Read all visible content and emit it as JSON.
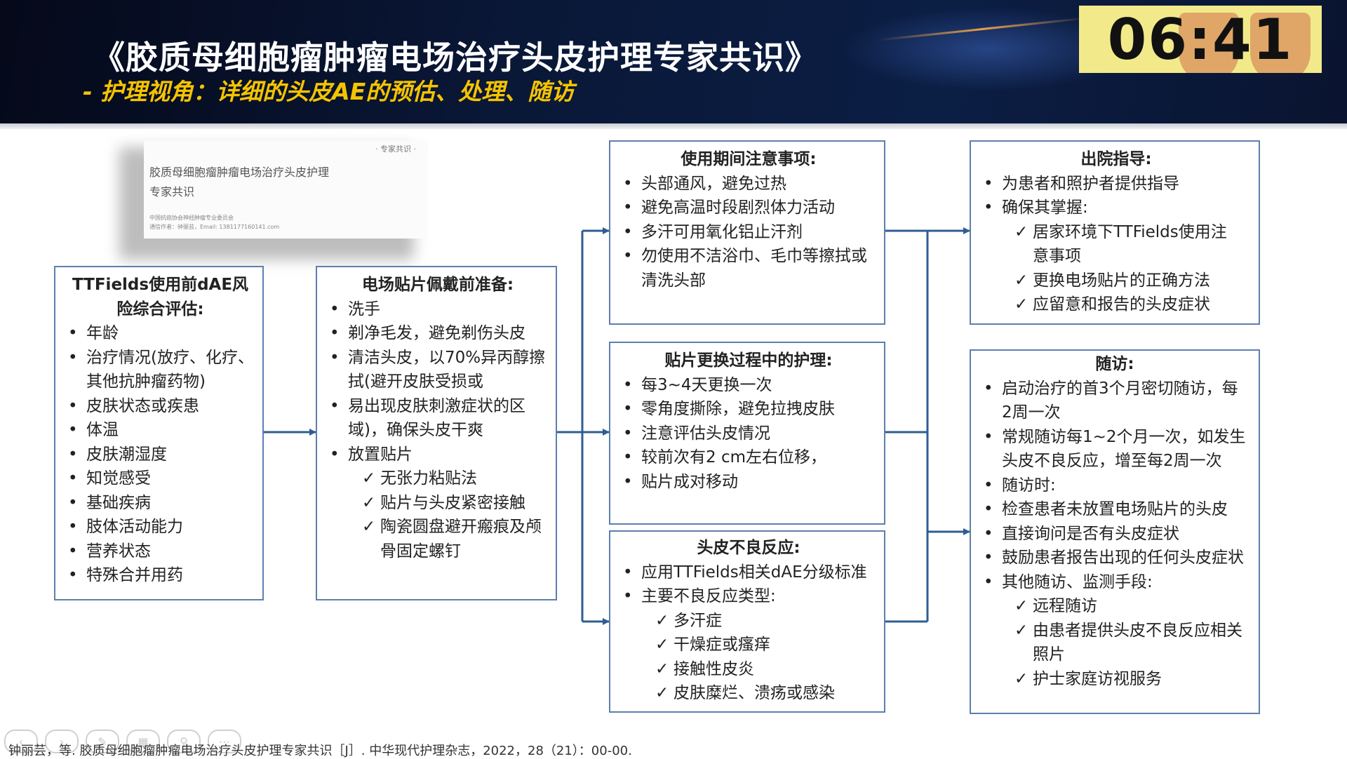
{
  "header": {
    "title": "《胶质母细胞瘤肿瘤电场治疗头皮护理专家共识》",
    "subtitle": "- 护理视角：详细的头皮AE的预估、处理、随访"
  },
  "timer": {
    "value": "06:41"
  },
  "thumbnail": {
    "top_label": "· 专家共识 ·",
    "title_line1": "胶质母细胞瘤肿瘤电场治疗头皮护理",
    "title_line2": "专家共识",
    "meta_line1": "中国抗癌协会神经肿瘤专业委员会",
    "meta_line2": "通信作者：钟丽芸，Email: 1381177160141.com"
  },
  "boxes": {
    "assessment": {
      "title": "TTFields使用前dAE风险综合评估:",
      "items": [
        "年龄",
        "治疗情况(放疗、化疗、其他抗肿瘤药物)",
        "皮肤状态或疾患",
        "体温",
        "皮肤潮湿度",
        "知觉感受",
        "基础疾病",
        "肢体活动能力",
        "营养状态",
        "特殊合并用药"
      ]
    },
    "preparation": {
      "title": "电场贴片佩戴前准备:",
      "items": [
        "洗手",
        "剃净毛发，避免剃伤头皮",
        "清洁头皮，以70%异丙醇擦拭(避开皮肤受损或",
        "易出现皮肤刺激症状的区域)，确保头皮干爽",
        "放置贴片"
      ],
      "checks": [
        "无张力粘贴法",
        "贴片与头皮紧密接触",
        "陶瓷圆盘避开瘢痕及颅骨固定螺钉"
      ]
    },
    "precautions": {
      "title": "使用期间注意事项:",
      "items": [
        "头部通风，避免过热",
        "避免高温时段剧烈体力活动",
        "多汗可用氧化铝止汗剂",
        "勿使用不洁浴巾、毛巾等擦拭或清洗头部"
      ]
    },
    "replacement": {
      "title": "贴片更换过程中的护理:",
      "items": [
        "每3~4天更换一次",
        "零角度撕除，避免拉拽皮肤",
        "注意评估头皮情况",
        "较前次有2 cm左右位移，",
        "贴片成对移动"
      ]
    },
    "adverse": {
      "title": "头皮不良反应:",
      "items": [
        "应用TTFields相关dAE分级标准",
        "主要不良反应类型:"
      ],
      "checks": [
        "多汗症",
        "干燥症或瘙痒",
        "接触性皮炎",
        "皮肤糜烂、溃疡或感染"
      ]
    },
    "discharge": {
      "title": "出院指导:",
      "items": [
        "为患者和照护者提供指导",
        "确保其掌握:"
      ],
      "checks": [
        "居家环境下TTFields使用注意事项",
        "更换电场贴片的正确方法",
        "应留意和报告的头皮症状"
      ]
    },
    "followup": {
      "title": "随访:",
      "items": [
        "启动治疗的首3个月密切随访，每2周一次",
        "常规随访每1~2个月一次，如发生头皮不良反应，增至每2周一次",
        "随访时:",
        "检查患者未放置电场贴片的头皮",
        "直接询问是否有头皮症状",
        "鼓励患者报告出现的任何头皮症状",
        "其他随访、监测手段:"
      ],
      "checks": [
        "远程随访",
        "由患者提供头皮不良反应相关照片",
        "护士家庭访视服务"
      ]
    }
  },
  "footer": {
    "reference": "钟丽芸，等. 胶质母细胞瘤肿瘤电场治疗头皮护理专家共识［J］. 中华现代护理杂志，2022，28（21）：00-00."
  },
  "colors": {
    "header_bg": "#0a1838",
    "title": "#ffffff",
    "subtitle": "#f5c400",
    "box_border": "#5d7fae",
    "arrow": "#2f5d93",
    "timer_bg": "#f2ea8a"
  }
}
